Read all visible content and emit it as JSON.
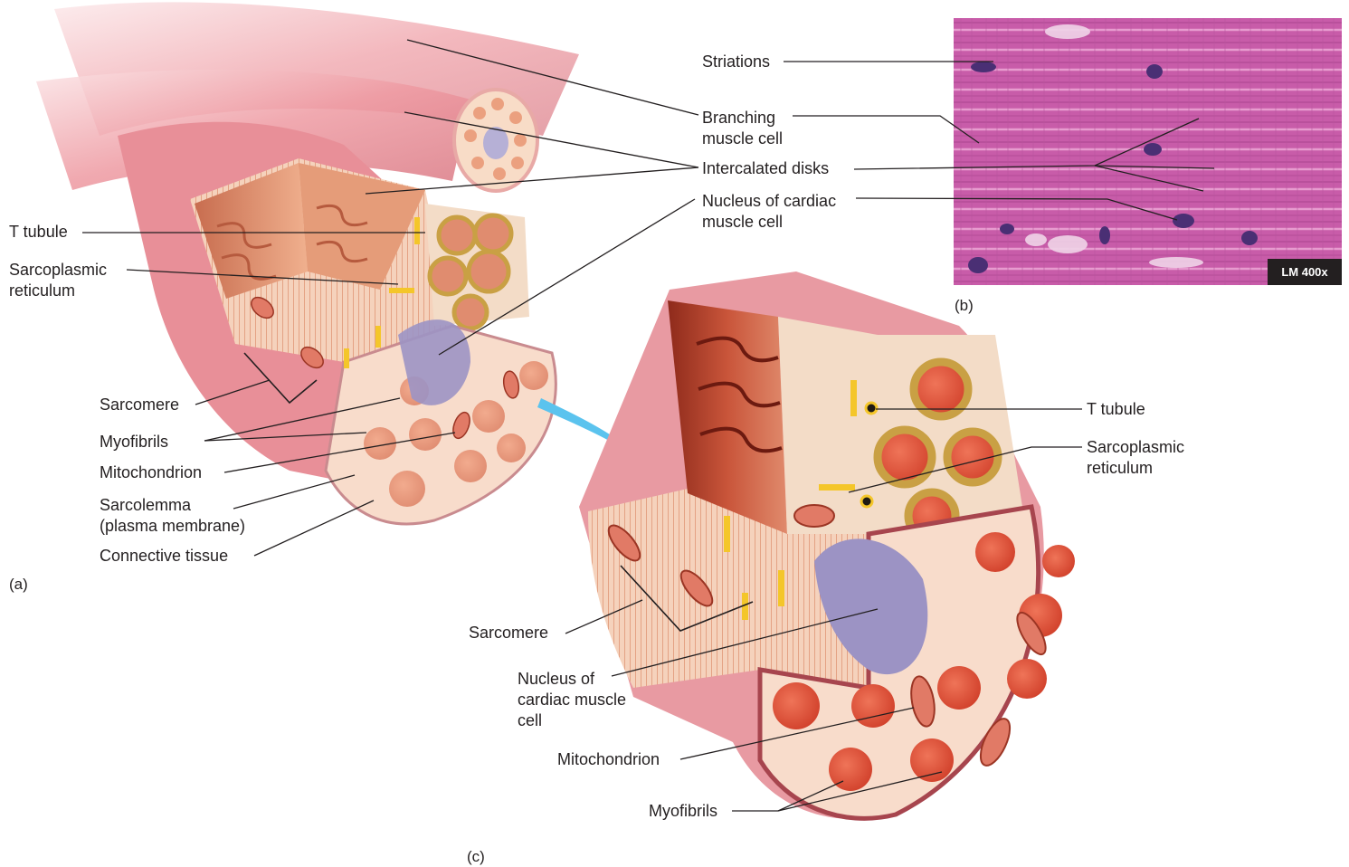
{
  "panel_a": {
    "tag": "(a)",
    "labels": {
      "t_tubule": "T tubule",
      "sarcoplasmic_reticulum": "Sarcoplasmic\nreticulum",
      "sarcomere": "Sarcomere",
      "myofibrils": "Myofibrils",
      "mitochondrion": "Mitochondrion",
      "sarcolemma": "Sarcolemma\n(plasma membrane)",
      "connective_tissue": "Connective tissue"
    }
  },
  "panel_b": {
    "tag": "(b)",
    "magnification": "LM 400x",
    "labels": {
      "striations": "Striations",
      "branching_cell": "Branching\nmuscle cell",
      "intercalated_disks": "Intercalated disks",
      "nucleus": "Nucleus of cardiac\nmuscle cell"
    }
  },
  "panel_c": {
    "tag": "(c)",
    "labels": {
      "t_tubule": "T tubule",
      "sarcoplasmic_reticulum": "Sarcoplasmic\nreticulum",
      "sarcomere": "Sarcomere",
      "nucleus": "Nucleus of\ncardiac muscle\ncell",
      "mitochondrion": "Mitochondrion",
      "myofibrils": "Myofibrils"
    }
  },
  "colors": {
    "muscle_pink": "#e98d95",
    "myofibril": "#d9442f",
    "cut_face": "#f6d7bf",
    "t_tubule_yellow": "#f4c62a",
    "reticulum_gold": "#c39a3e",
    "nucleus_lilac": "#9c93c4",
    "micrograph": "#c45aa8",
    "arrow_blue": "#5bc3ee"
  }
}
